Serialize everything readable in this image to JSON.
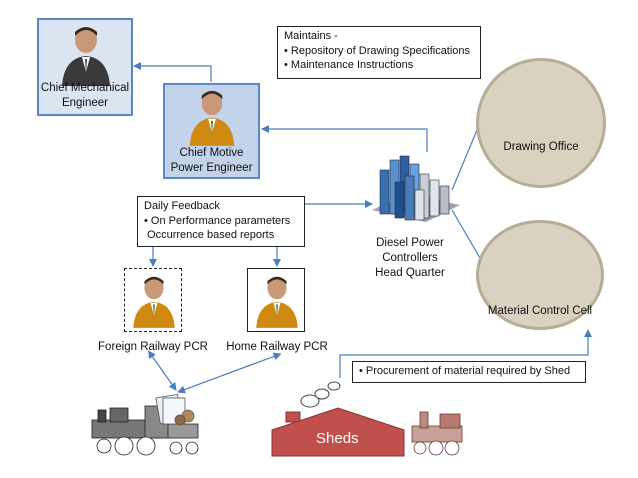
{
  "nodes": {
    "chief_mechanical": "Chief Mechanical\nEngineer",
    "chief_motive": "Chief Motive\nPower Engineer",
    "diesel_hq": "Diesel Power\nControllers\nHead Quarter",
    "foreign_pcr": "Foreign Railway PCR",
    "home_pcr": "Home Railway PCR",
    "drawing_office": "Drawing Office",
    "material_control": "Material Control Cell",
    "sheds": "Sheds"
  },
  "notes": {
    "maintains": {
      "title": "Maintains -",
      "items": [
        "• Repository of Drawing Specifications",
        "• Maintenance Instructions"
      ]
    },
    "feedback": {
      "title": "Daily Feedback",
      "items": [
        "• On Performance parameters",
        " Occurrence based reports"
      ]
    },
    "procurement": {
      "items": [
        "• Procurement of material required by Shed"
      ]
    }
  },
  "colors": {
    "connector": "#4a7ebb",
    "box_border": "#5b87c6",
    "circle_fill": "#d9d2c1",
    "sheds_fill": "#c0504d"
  }
}
